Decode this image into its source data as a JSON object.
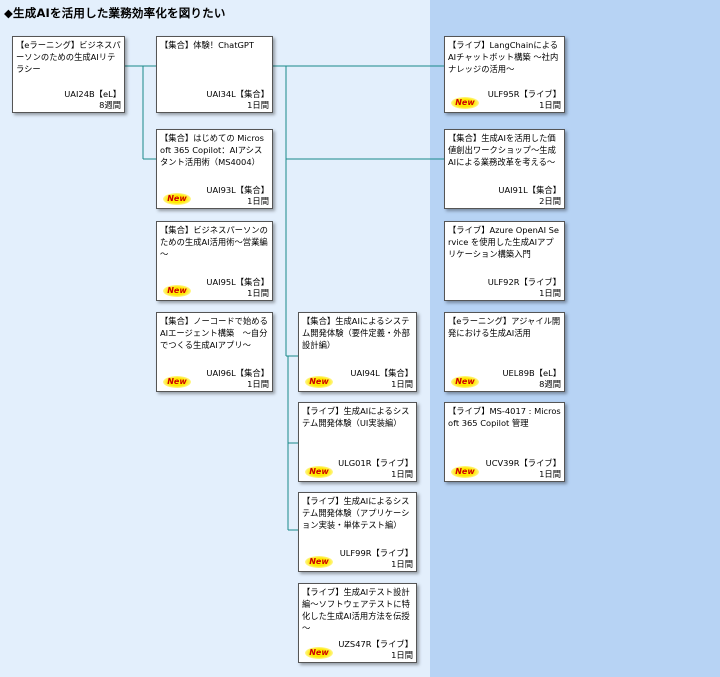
{
  "title": "◆生成AIを活用した業務効率化を図りたい",
  "new_label": "New",
  "cards": [
    {
      "id": "c1",
      "title": "【eラーニング】ビジネスパーソンのための生成AIリテラシー",
      "code": "UAI24B【eL】",
      "duration": "8週間",
      "new": false
    },
    {
      "id": "c2",
      "title": "【集合】体験！ChatGPT",
      "code": "UAI34L【集合】",
      "duration": "1日間",
      "new": false
    },
    {
      "id": "c3",
      "title": "【集合】はじめての Microsoft 365 Copilot：AIアシスタント活用術（MS4004）",
      "code": "UAI93L【集合】",
      "duration": "1日間",
      "new": true
    },
    {
      "id": "c4",
      "title": "【集合】ビジネスパーソンのための生成AI活用術～営業編～",
      "code": "UAI95L【集合】",
      "duration": "1日間",
      "new": true
    },
    {
      "id": "c5",
      "title": "【集合】ノーコードで始めるAIエージェント構築　～自分でつくる生成AIアプリ～",
      "code": "UAI96L【集合】",
      "duration": "1日間",
      "new": true
    },
    {
      "id": "c6",
      "title": "【集合】生成AIによるシステム開発体験（要件定義・外部設計編）",
      "code": "UAI94L【集合】",
      "duration": "1日間",
      "new": true
    },
    {
      "id": "c7",
      "title": "【ライブ】生成AIによるシステム開発体験（UI実装編）",
      "code": "ULG01R【ライブ】",
      "duration": "1日間",
      "new": true
    },
    {
      "id": "c8",
      "title": "【ライブ】生成AIによるシステム開発体験（アプリケーション実装・単体テスト編）",
      "code": "ULF99R【ライブ】",
      "duration": "1日間",
      "new": true
    },
    {
      "id": "c9",
      "title": "【ライブ】生成AIテスト設計編～ソフトウェアテストに特化した生成AI活用方法を伝授～",
      "code": "UZS47R【ライブ】",
      "duration": "1日間",
      "new": true
    },
    {
      "id": "c10",
      "title": "【ライブ】LangChainによるAIチャットボット構築 ～社内ナレッジの活用～",
      "code": "ULF95R【ライブ】",
      "duration": "1日間",
      "new": true
    },
    {
      "id": "c11",
      "title": "【集合】生成AIを活用した価値創出ワークショップ～生成AIによる業務改革を考える～",
      "code": "UAI91L【集合】",
      "duration": "2日間",
      "new": false
    },
    {
      "id": "c12",
      "title": "【ライブ】Azure OpenAI Service を使用した生成AIアプリケーション構築入門",
      "code": "ULF92R【ライブ】",
      "duration": "1日間",
      "new": false
    },
    {
      "id": "c13",
      "title": "【eラーニング】アジャイル開発における生成AI活用",
      "code": "UEL89B【eL】",
      "duration": "8週間",
      "new": true
    },
    {
      "id": "c14",
      "title": "【ライブ】MS-4017 : Microsoft 365 Copilot 管理",
      "code": "UCV39R【ライブ】",
      "duration": "1日間",
      "new": true
    }
  ]
}
